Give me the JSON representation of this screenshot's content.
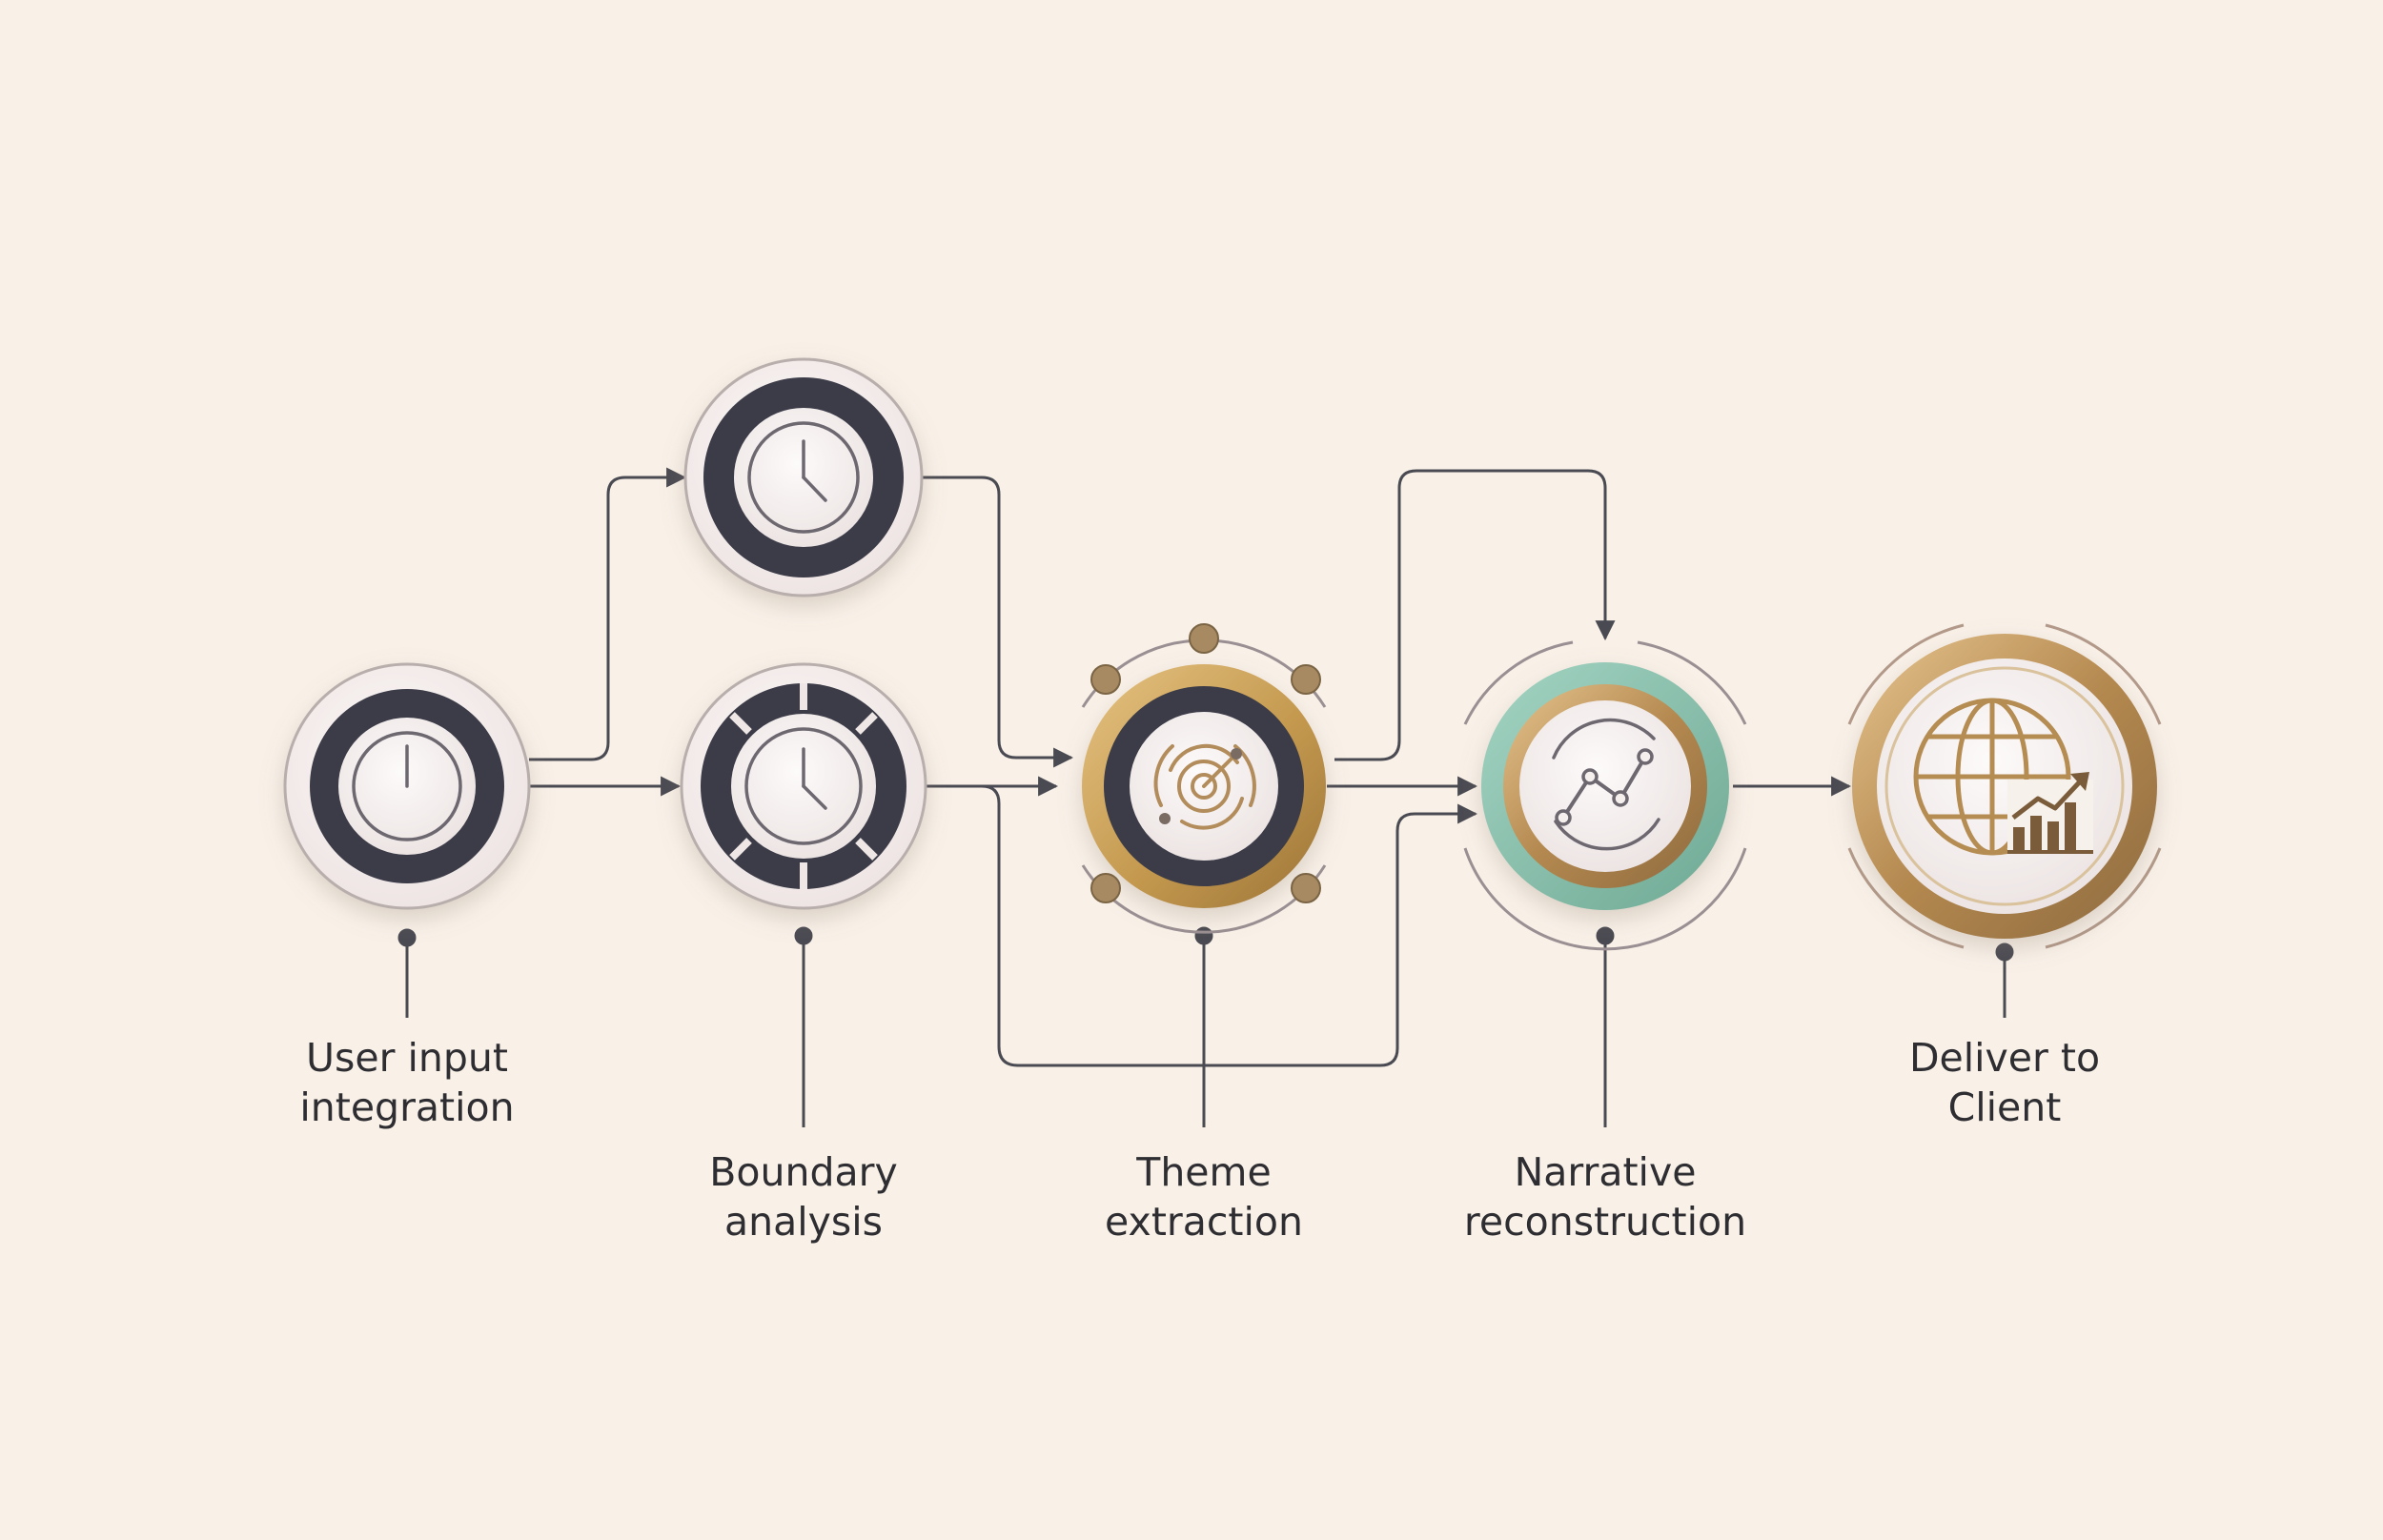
{
  "steps": [
    {
      "id": "user-input",
      "line1": "User input",
      "line2": "integration",
      "icon": "clock-icon"
    },
    {
      "id": "boundary",
      "line1": "Boundary",
      "line2": "analysis",
      "icon": "clock-icon"
    },
    {
      "id": "theme",
      "line1": "Theme",
      "line2": "extraction",
      "icon": "target-icon"
    },
    {
      "id": "narrative",
      "line1": "Narrative",
      "line2": "reconstruction",
      "icon": "trend-line-icon"
    },
    {
      "id": "deliver",
      "line1": "Deliver to",
      "line2": "Client",
      "icon": "globe-chart-icon"
    }
  ],
  "extra_node_icon": "clock-icon",
  "colors": {
    "background": "#f9f1e8",
    "dark_ring": "#3c3c48",
    "gold": "#c49a58",
    "teal": "#86c0ac",
    "line": "#4a4a52",
    "text": "#2e2e32"
  }
}
